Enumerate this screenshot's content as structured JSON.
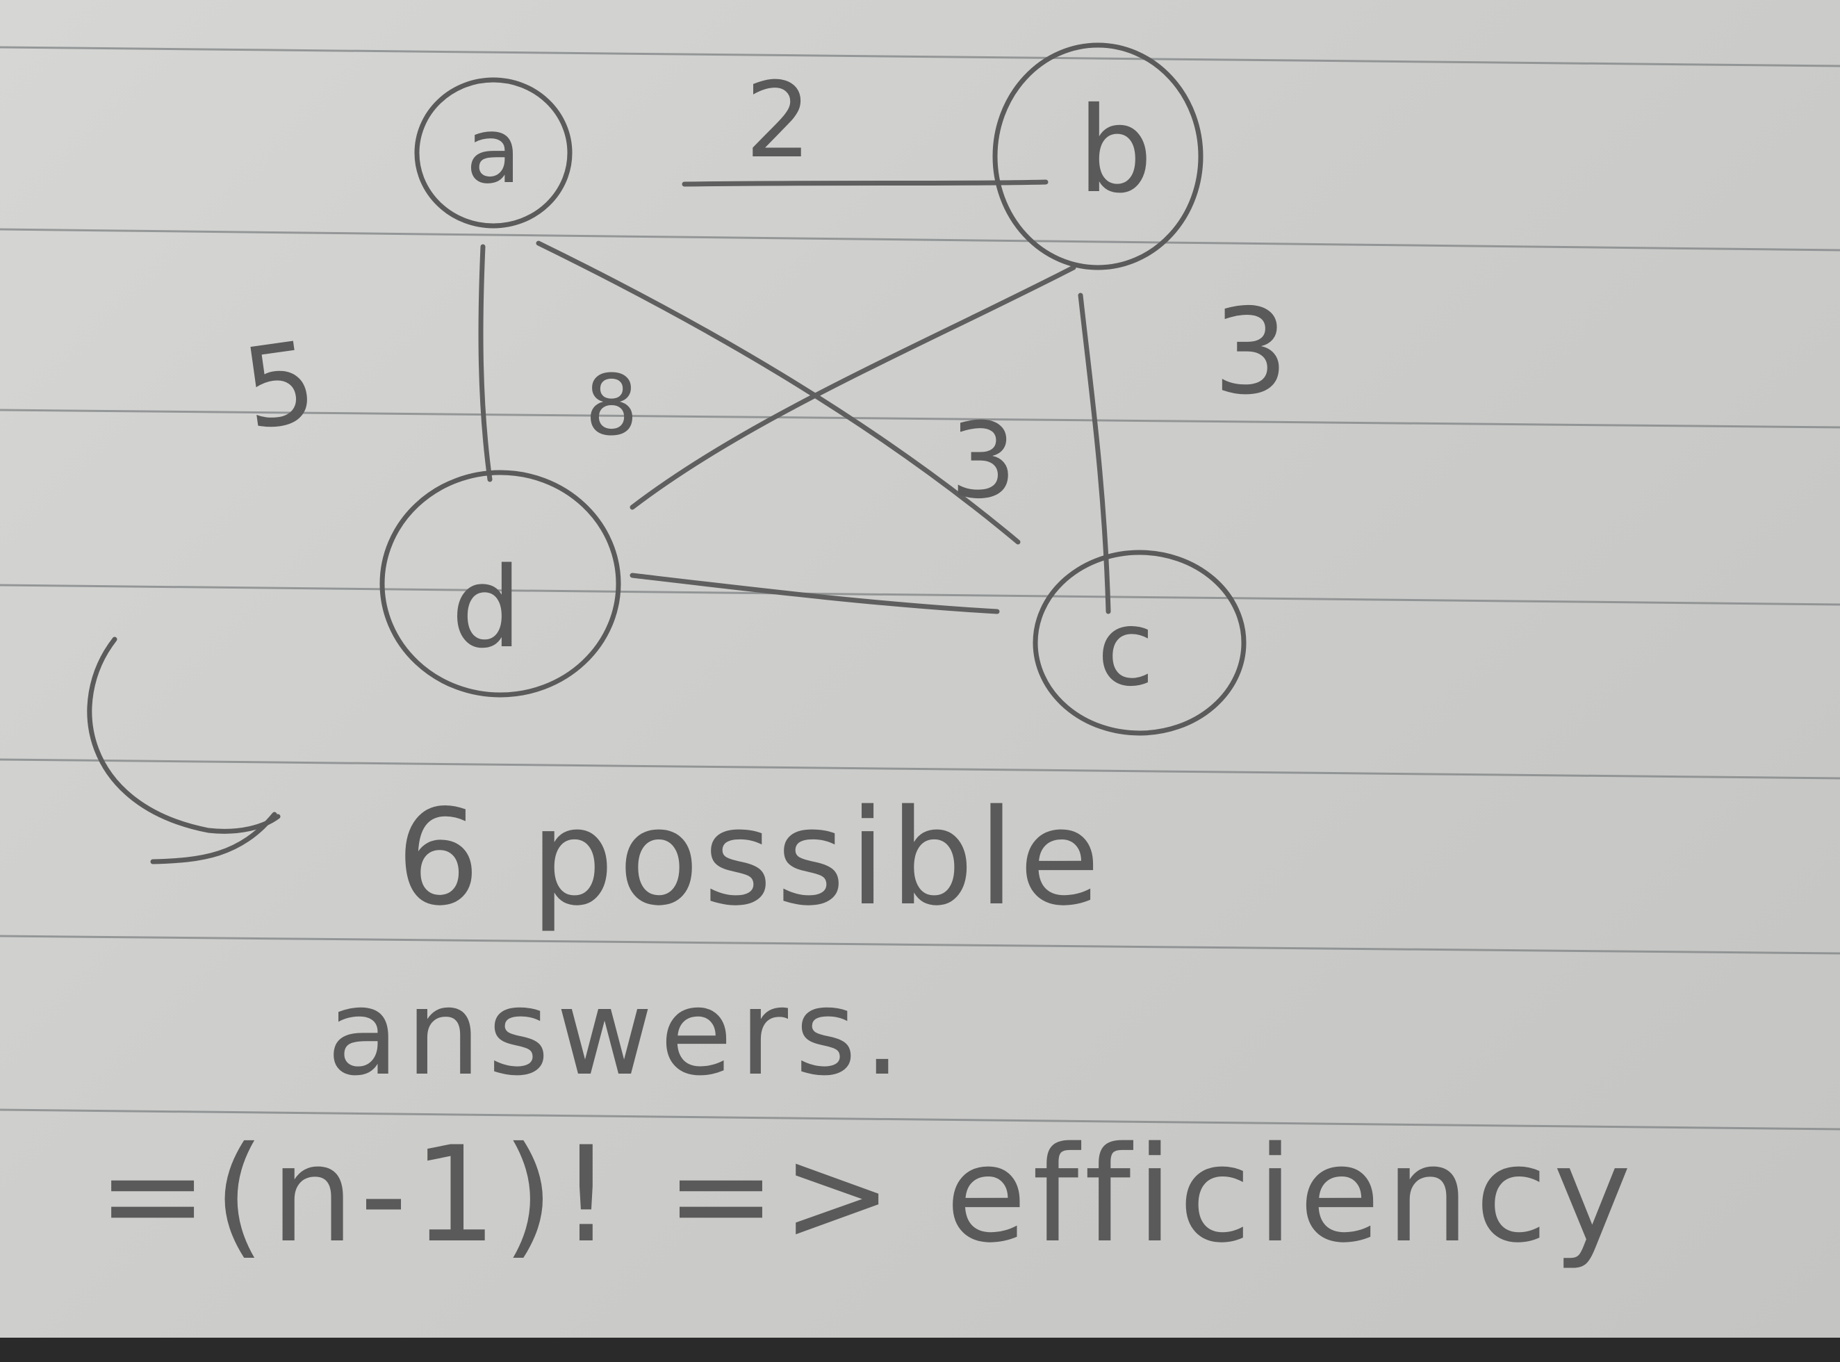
{
  "graph": {
    "nodes": [
      {
        "id": "a",
        "label": "a"
      },
      {
        "id": "b",
        "label": "b"
      },
      {
        "id": "c",
        "label": "c"
      },
      {
        "id": "d",
        "label": "d"
      }
    ],
    "edges": [
      {
        "from": "a",
        "to": "b",
        "weight": "2"
      },
      {
        "from": "b",
        "to": "c",
        "weight": "3"
      },
      {
        "from": "a",
        "to": "c",
        "weight": "3"
      },
      {
        "from": "b",
        "to": "d",
        "weight": "8"
      },
      {
        "from": "a",
        "to": "d",
        "weight": "5"
      },
      {
        "from": "d",
        "to": "c",
        "weight": ""
      }
    ]
  },
  "notes": {
    "line1": "6 possible",
    "line2": "answers.",
    "line3": "=(n-1)! => efficiency"
  }
}
